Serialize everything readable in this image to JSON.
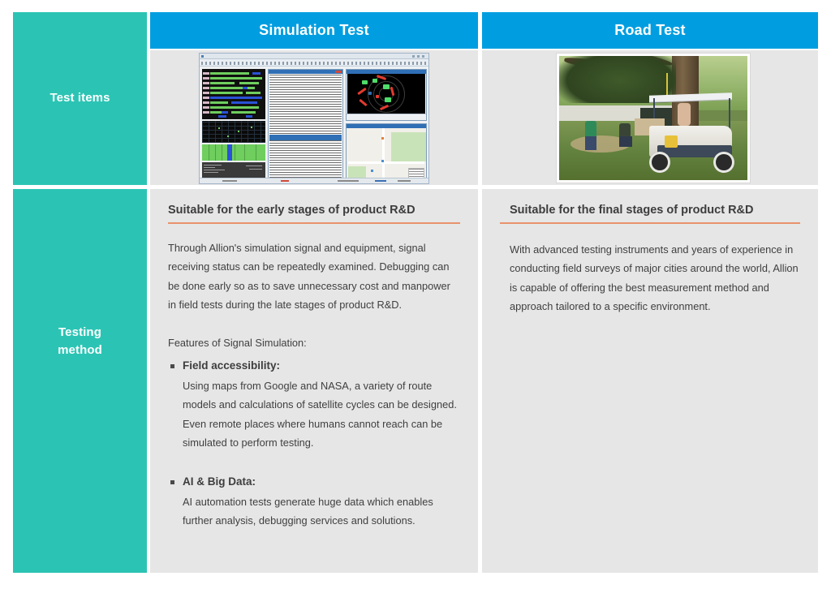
{
  "theme": {
    "teal": "#2bc4b4",
    "blue": "#009ee0",
    "cell_gray": "#e6e6e6",
    "accent_orange": "#e8926c",
    "text_dark": "#3d3d3d",
    "text_body": "#3f3f3f",
    "white": "#ffffff"
  },
  "row_labels": {
    "test_items": "Test items",
    "testing_method_line1": "Testing",
    "testing_method_line2": "method"
  },
  "columns": [
    {
      "key": "simulation",
      "header": "Simulation Test",
      "image_alt": "simulation-software-screenshot",
      "section_title": "Suitable for the early stages of product R&D",
      "paragraph": "Through Allion's simulation signal and equipment, signal receiving status can be repeatedly examined. Debugging can be done early so as to save unnecessary cost  and manpower in field tests during the late stages of product R&D.",
      "features_lead": "Features of Signal Simulation:",
      "bullets": [
        {
          "heading": "Field accessibility:",
          "body": "Using maps from Google and NASA, a variety of route models and calculations of satellite cycles can be designed. Even remote places where humans cannot reach can be simulated to perform testing."
        },
        {
          "heading": "AI & Big Data:",
          "body": "AI automation tests generate huge data which enables further analysis, debugging services and solutions."
        }
      ]
    },
    {
      "key": "road",
      "header": "Road Test",
      "image_alt": "golf-cart-field-measurement-photo",
      "section_title": "Suitable for the final stages of product R&D",
      "paragraph": "With advanced testing instruments and years of experience in conducting field surveys of major cities around the world, Allion is capable of offering the best measurement method and approach tailored to a specific environment.",
      "features_lead": null,
      "bullets": []
    }
  ]
}
